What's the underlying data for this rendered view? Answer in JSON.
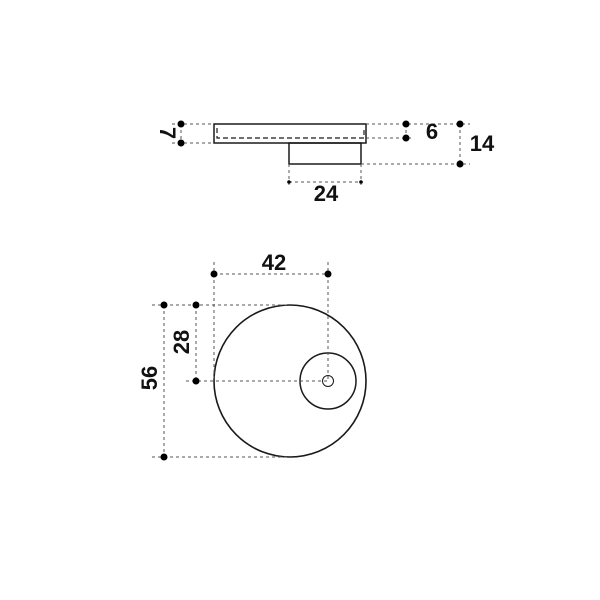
{
  "diagram": {
    "type": "technical-dimension-drawing",
    "colors": {
      "line": "#1a1a1a",
      "dim": "#555555",
      "dot": "#000000"
    },
    "side_view": {
      "labels": {
        "plate_thickness": "7",
        "inner_depth": "6",
        "total_height": "14",
        "base_width": "24"
      }
    },
    "top_view": {
      "labels": {
        "offset_x": "42",
        "half_diameter": "28",
        "diameter": "56"
      }
    }
  }
}
